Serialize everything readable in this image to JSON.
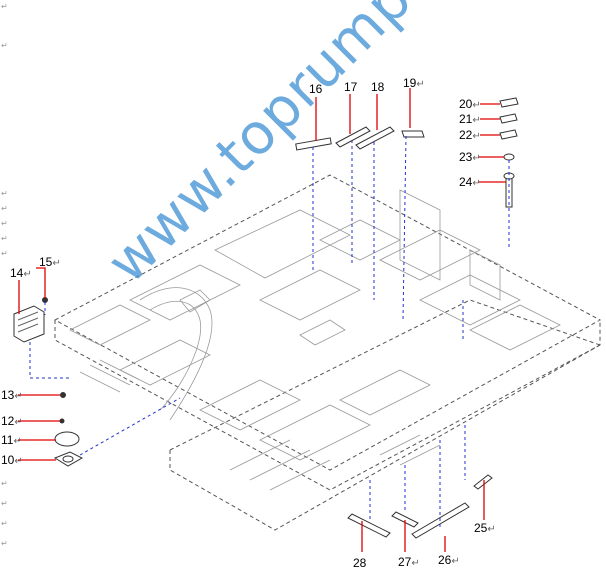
{
  "watermark": "www.toprumpart.com",
  "return_mark": "↵",
  "side_mark": "↵",
  "labels": {
    "p10": "10",
    "p11": "11",
    "p12": "12",
    "p13": "13",
    "p14": "14",
    "p15": "15",
    "p16": "16",
    "p17": "17",
    "p18": "18",
    "p19": "19",
    "p20": "20",
    "p21": "21",
    "p22": "22",
    "p23": "23",
    "p24": "24",
    "p25": "25",
    "p26": "26",
    "p27": "27",
    "p28": "28"
  },
  "colors": {
    "leader": "#e00000",
    "dash": "#2233cc",
    "line": "#444444",
    "watermark": "#3d8fd4"
  }
}
